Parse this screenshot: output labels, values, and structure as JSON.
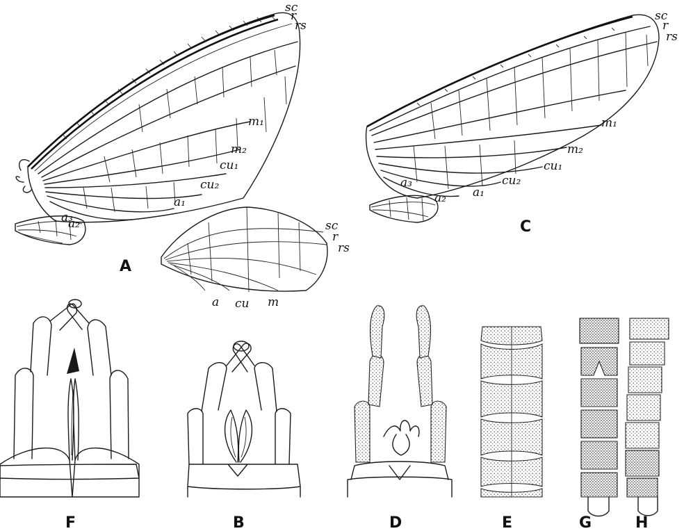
{
  "figure": {
    "panels": {
      "A": "A",
      "B": "B",
      "C": "C",
      "D": "D",
      "E": "E",
      "F": "F",
      "G": "G",
      "H": "H"
    },
    "wing_A_labels": {
      "sc": "sc",
      "r": "r",
      "rs": "rs",
      "m1": "m₁",
      "m2": "m₂",
      "cu1": "cu₁",
      "cu2": "cu₂",
      "a1": "a₁",
      "a2": "a₂",
      "a3": "a₃"
    },
    "hindwing_enlarged_labels": {
      "sc": "sc",
      "r": "r",
      "rs": "rs",
      "a": "a",
      "cu": "cu",
      "m": "m"
    },
    "wing_C_labels": {
      "sc": "sc",
      "r": "r",
      "rs": "rs",
      "m1": "m₁",
      "m2": "m₂",
      "cu1": "cu₁",
      "cu2": "cu₂",
      "a1": "a₁",
      "a2": "a₂",
      "a3": "a₃"
    }
  }
}
